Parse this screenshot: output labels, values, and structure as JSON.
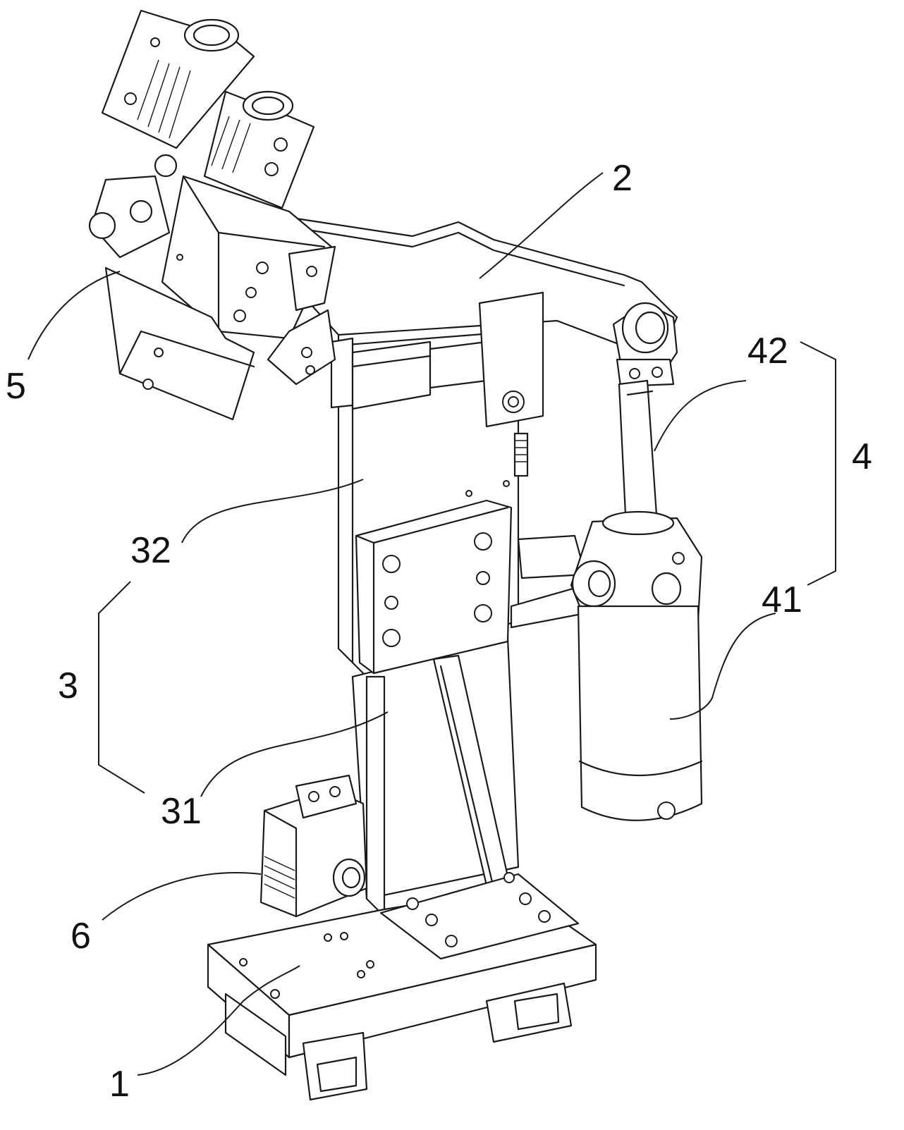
{
  "labels": {
    "l1": "1",
    "l2": "2",
    "l3": "3",
    "l31": "31",
    "l32": "32",
    "l4": "4",
    "l41": "41",
    "l42": "42",
    "l5": "5",
    "l6": "6"
  }
}
